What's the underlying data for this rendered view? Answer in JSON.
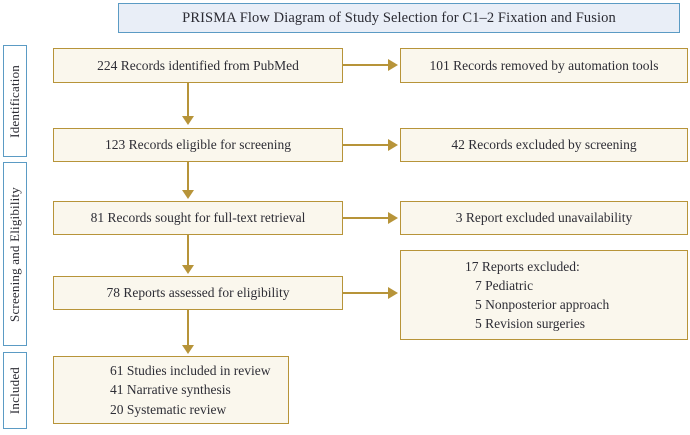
{
  "title": "PRISMA Flow Diagram of Study Selection for C1–2 Fixation and Fusion",
  "colors": {
    "title_fill": "#e9eef7",
    "title_border": "#5b9bc4",
    "stage_border": "#5b9bc4",
    "node_fill": "#faf7ed",
    "node_border": "#b79439",
    "connector": "#b79439",
    "text": "#2d2d35"
  },
  "stages": [
    {
      "label": "Identification"
    },
    {
      "label": "Screening and Eligibility"
    },
    {
      "label": "Included"
    }
  ],
  "nodes": {
    "identified": "224 Records identified from PubMed",
    "removed": "101 Records removed by automation tools",
    "eligible": "123 Records eligible for screening",
    "excluded_screening": "42 Records excluded by screening",
    "sought": "81 Records sought for full-text retrieval",
    "excluded_unavailable": "3 Report excluded unavailability",
    "assessed": "78 Reports assessed for eligibility",
    "excluded_reports": {
      "heading": "17 Reports excluded:",
      "items": [
        "7 Pediatric",
        "5 Nonposterior approach",
        "5 Revision surgeries"
      ]
    },
    "included": {
      "lines": [
        "61 Studies included in review",
        "41 Narrative synthesis",
        "20 Systematic review"
      ]
    }
  },
  "flow": {
    "type": "prisma-flow",
    "counts": {
      "records_identified": 224,
      "records_removed_automation": 101,
      "records_eligible_screening": 123,
      "records_excluded_screening": 42,
      "records_sought_fulltext": 81,
      "reports_excluded_unavailable": 3,
      "reports_assessed_eligibility": 78,
      "reports_excluded_total": 17,
      "reports_excluded_pediatric": 7,
      "reports_excluded_nonposterior": 5,
      "reports_excluded_revision": 5,
      "studies_included": 61,
      "narrative_synthesis": 41,
      "systematic_review": 20
    }
  }
}
